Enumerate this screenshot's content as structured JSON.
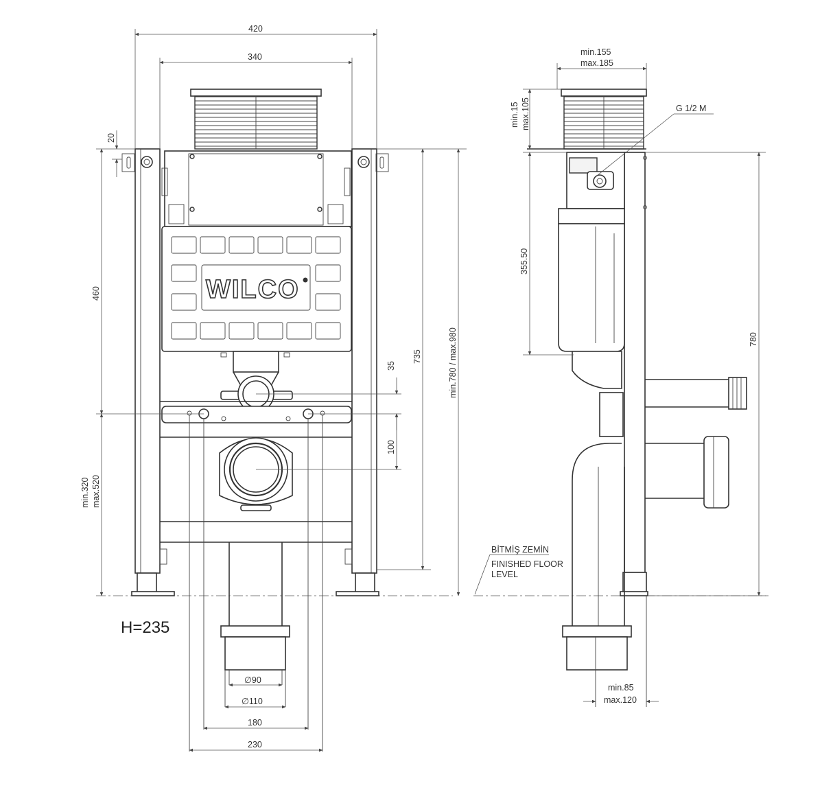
{
  "front_view": {
    "brand": "WILCO",
    "model_label": "H=235",
    "dimensions": {
      "overall_width": "420",
      "frame_width": "340",
      "top_offset": "20",
      "tank_height": "460",
      "bolt_gap": "35",
      "bolt_to_outlet": "100",
      "outlet_height": "min.320\nmax.520",
      "frame_height": "735",
      "total_height": "min.780 / max.980",
      "pipe_inner": "∅90",
      "pipe_outer": "∅110",
      "bolt_spacing_inner": "180",
      "bolt_spacing_outer": "230"
    }
  },
  "side_view": {
    "dimensions": {
      "depth": "min.155\nmax.185",
      "plate_height": "min.15\nmax.105",
      "water_inlet": "G 1/2 M",
      "tank_height": "355.50",
      "total_height": "780",
      "outlet_depth": "min.85\nmax.120"
    },
    "floor_label_tr": "BİTMİŞ ZEMİN",
    "floor_label_en_1": "FINISHED FLOOR",
    "floor_label_en_2": "LEVEL"
  }
}
